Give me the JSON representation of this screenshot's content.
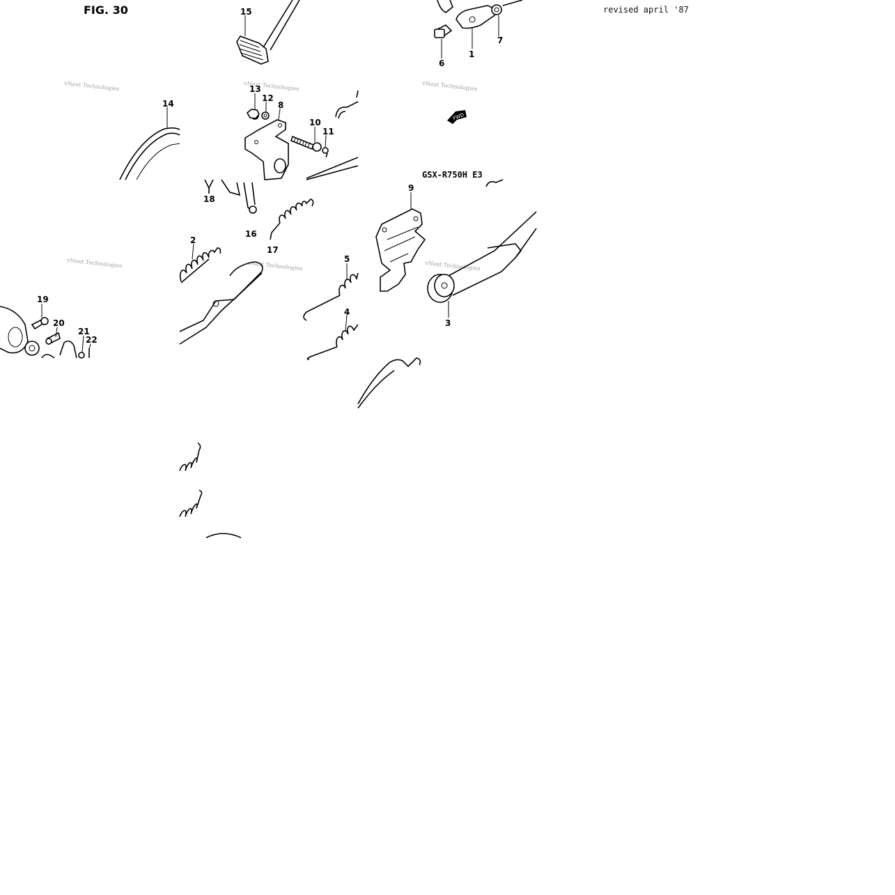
{
  "figure": {
    "title": "FIG. 30",
    "revision": "revised april '87",
    "model_label": "GSX-R750H E3",
    "fwd_label": "FWD"
  },
  "watermark": {
    "text": "vNext Technologies"
  },
  "callouts": [
    "1",
    "2",
    "3",
    "4",
    "5",
    "6",
    "7",
    "8",
    "9",
    "10",
    "11",
    "12",
    "13",
    "14",
    "15",
    "16",
    "17",
    "18",
    "19",
    "20",
    "21",
    "22"
  ]
}
